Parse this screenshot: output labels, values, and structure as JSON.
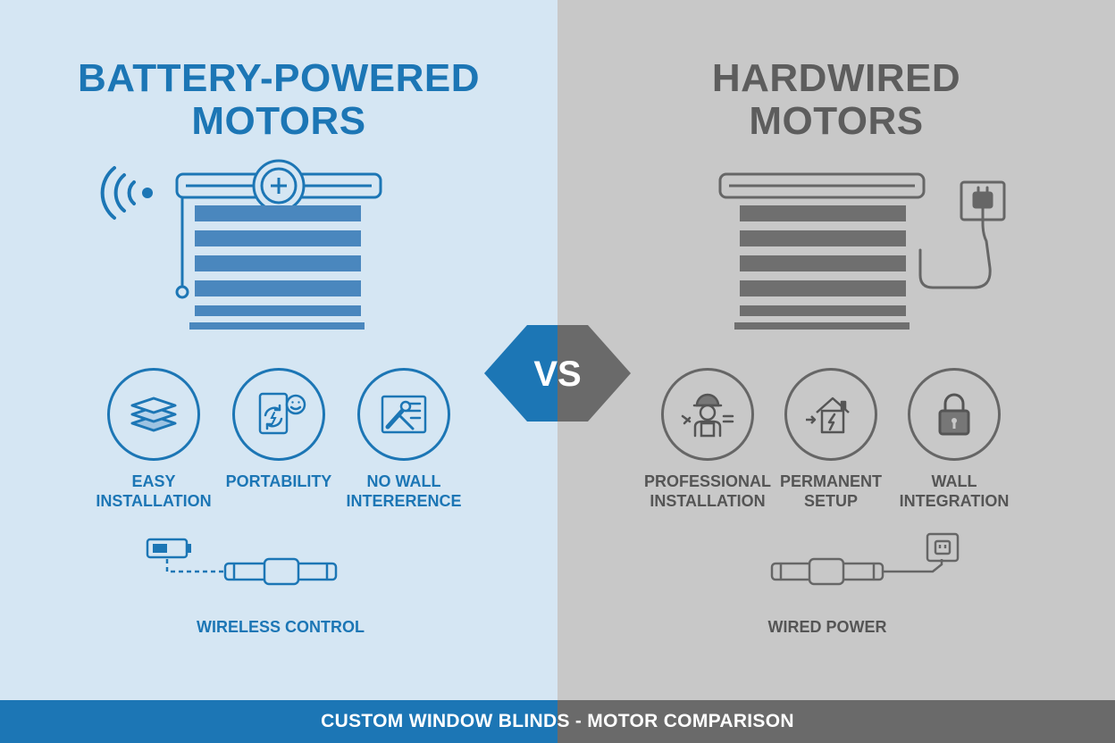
{
  "left": {
    "title_line1": "BATTERY-POWERED",
    "title_line2": "MOTORS",
    "features": [
      {
        "line1": "EASY",
        "line2": "INSTALLATION",
        "icon": "layers-icon"
      },
      {
        "line1": "PORTABILITY",
        "line2": "",
        "icon": "portability-icon"
      },
      {
        "line1": "NO WALL",
        "line2": "INTERERENCE",
        "icon": "tools-checklist-icon"
      }
    ],
    "bottom_label": "WIRELESS CONTROL",
    "accent": "#1c76b5",
    "background": "#d5e6f3"
  },
  "right": {
    "title_line1": "HARDWIRED",
    "title_line2": "MOTORS",
    "features": [
      {
        "line1": "PROFESSIONAL",
        "line2": "INSTALLATION",
        "icon": "worker-icon"
      },
      {
        "line1": "PERMANENT",
        "line2": "SETUP",
        "icon": "house-power-icon"
      },
      {
        "line1": "WALL",
        "line2": "INTEGRATION",
        "icon": "lock-icon"
      }
    ],
    "bottom_label": "WIRED POWER",
    "accent": "#5d5d5d",
    "background": "#c8c8c8"
  },
  "vs_label": "VS",
  "footer": {
    "text": "CUSTOM WINDOW BLINDS - MOTOR COMPARISON"
  }
}
